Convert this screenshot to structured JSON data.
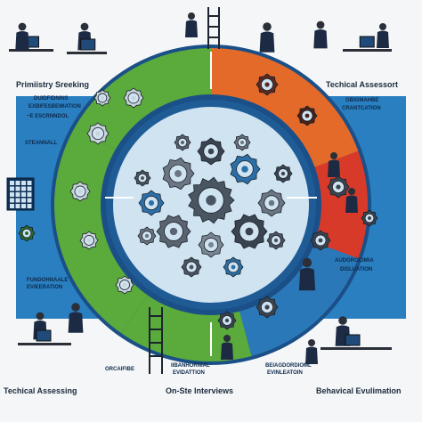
{
  "labels": {
    "top_left": "Primiistry Sreeking",
    "top_right": "Techical Assessort",
    "bottom_left": "Techical Assessing",
    "bottom_center": "On-Ste Interviews",
    "bottom_right": "Behavical Evulimation"
  },
  "panel_text": {
    "left_1": "DUIDFIDNINS",
    "left_2": "EXBIFESBEIMATION",
    "left_3": "~E ESCRNNDOL",
    "left_4": "STEANNALL",
    "right_1": "OBIGMAHBE",
    "right_2": "CRANTCATION",
    "right_3": "AUDGROCIMIA",
    "right_4": "DISLUATION",
    "bottom_left_1": "FUNDOHNAALE",
    "bottom_left_2": "EVIEERATION",
    "bottom_center_1": "ORCAIFIBE",
    "bottom_center_2": "IIBANHORNIAL",
    "bottom_center_3": "EVIDATTION",
    "bottom_right_1": "BEIAGDORDIOML",
    "bottom_right_2": "EVINLEATOIN"
  },
  "colors": {
    "background": "#f4f6f8",
    "navy": "#123a6e",
    "ring_green": "#5aaa3c",
    "ring_orange": "#e46a2a",
    "ring_red": "#d83a2a",
    "ring_blue": "#2b78b8",
    "inner_bg": "#cfe3f1",
    "gear_dark": "#3b4552"
  },
  "icons": [
    "gear-icon",
    "person-icon",
    "computer-icon",
    "arrow-icon",
    "ladder-icon"
  ]
}
